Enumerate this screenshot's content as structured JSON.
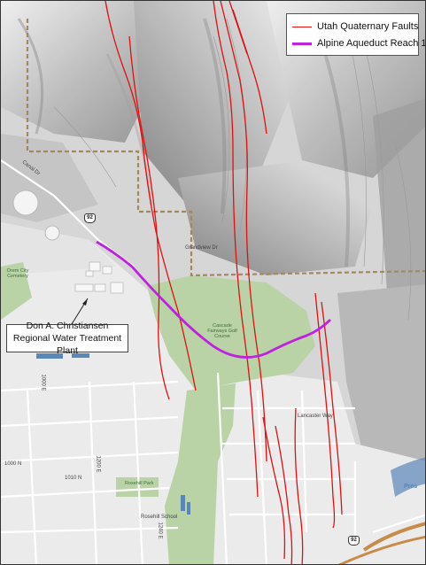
{
  "legend": {
    "faults_label": "Utah Quaternary Faults",
    "aqueduct_label": "Alpine Aqueduct Reach 1",
    "faults_color": "#e01010",
    "aqueduct_color": "#c020e0"
  },
  "callout": {
    "line1": "Don A. Christiansen",
    "line2": "Regional Water Treatment Plant"
  },
  "map_labels": {
    "canal_dr": "Canal Dr",
    "sr_92_top": "92",
    "sr_92_bottom": "92",
    "cascade_golf": "Cascade Fairways Golf Course",
    "lancaster_way": "Lancaster Way",
    "n_1010": "1010 N",
    "n_1000": "1000 N",
    "rosehill_park": "Rosehill Park",
    "rosehill_school": "Rosehill School",
    "e_1000": "1000 E",
    "e_1200": "1200 E",
    "e_1240": "1240 E",
    "cemetery": "Orem City Cemetery",
    "preserve": "Pres",
    "wide_r_drive": "Grandview Dr"
  },
  "colors": {
    "terrain_base": "#d8d8d8",
    "forest_boundary": "#b08c5a",
    "golf_green": "#b9d3a6",
    "water_blue": "#5b86b8"
  }
}
